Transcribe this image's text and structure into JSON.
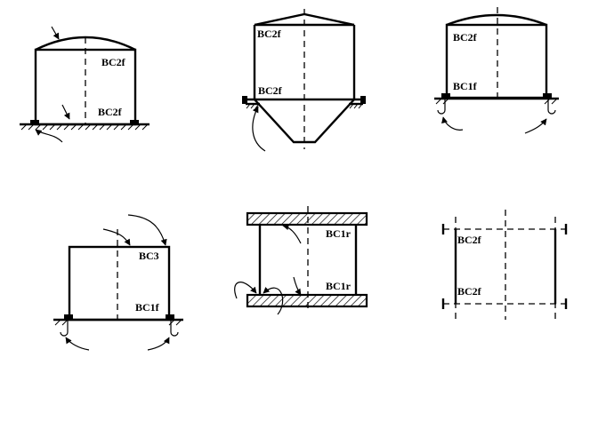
{
  "diagrams": [
    {
      "labels": [
        "BC2f",
        "BC2f"
      ]
    },
    {
      "labels": [
        "BC2f",
        "BC2f"
      ]
    },
    {
      "labels": [
        "BC2f",
        "BC1f"
      ]
    },
    {
      "labels": [
        "BC3",
        "BC1f"
      ]
    },
    {
      "labels": [
        "BC1r",
        "BC1r"
      ]
    },
    {
      "labels": [
        "BC2f",
        "BC2f"
      ]
    }
  ]
}
